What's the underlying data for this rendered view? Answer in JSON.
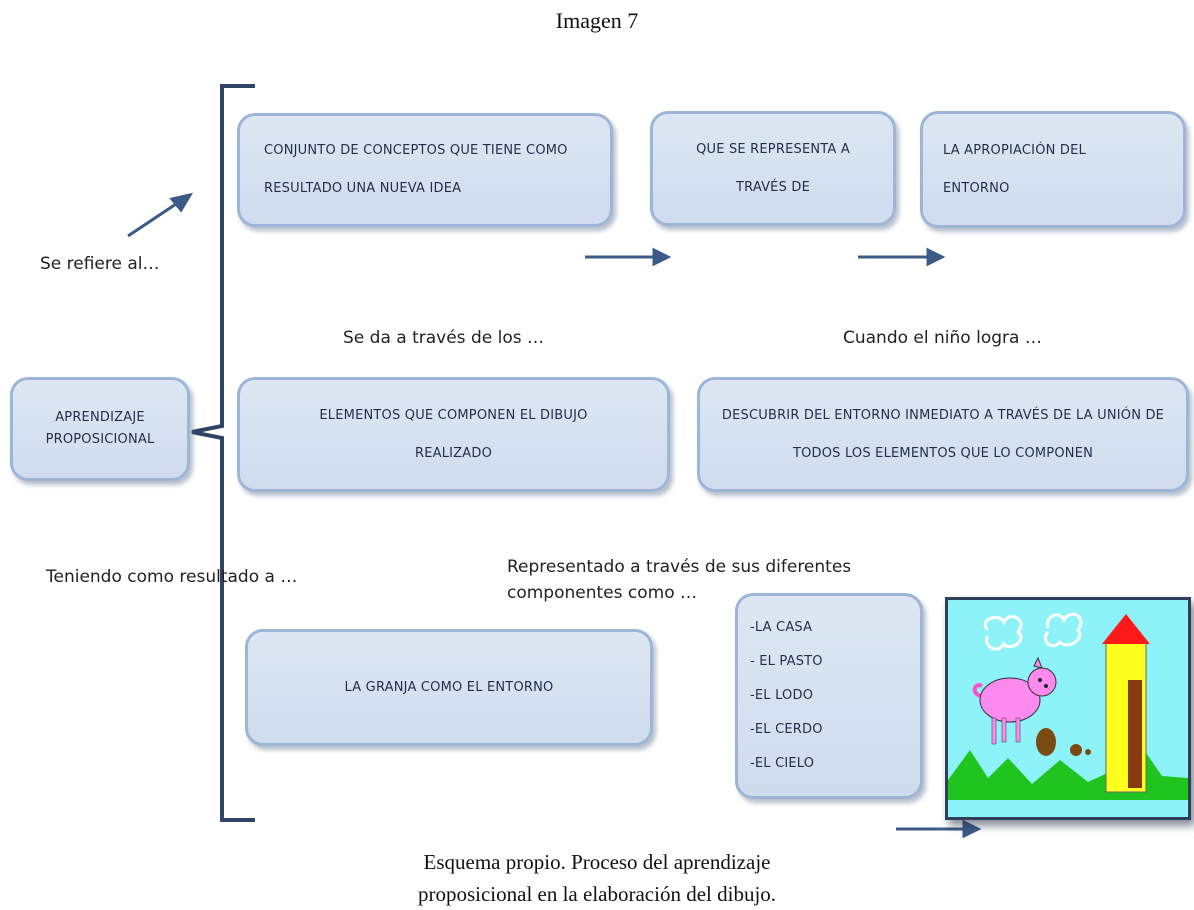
{
  "title": "Imagen 7",
  "boxes": {
    "aprendizaje": "APRENDIZAJE PROPOSICIONAL",
    "conjunto": "CONJUNTO DE CONCEPTOS QUE TIENE COMO RESULTADO UNA NUEVA IDEA",
    "representa": "QUE SE REPRESENTA A TRAVÉS DE",
    "apropiacion": "LA APROPIACIÓN DEL ENTORNO",
    "elementos": "ELEMENTOS QUE COMPONEN EL DIBUJO REALIZADO",
    "descubrir": "DESCUBRIR DEL ENTORNO INMEDIATO A TRAVÉS DE LA UNIÓN DE TODOS LOS ELEMENTOS QUE LO COMPONEN",
    "granja": "LA GRANJA COMO EL ENTORNO",
    "list": [
      "-LA CASA",
      "- EL PASTO",
      "-EL LODO",
      "-EL CERDO",
      "-EL CIELO"
    ]
  },
  "labels": {
    "se_refiere": "Se refiere al…",
    "se_da": "Se da a través de los …",
    "cuando": "Cuando el niño logra …",
    "teniendo": "Teniendo como resultado a …",
    "representado_1": "Representado a través de sus diferentes",
    "representado_2": "componentes como …"
  },
  "caption": {
    "line1": "Esquema propio. Proceso del aprendizaje",
    "line2": "proposicional en la elaboración del dibujo."
  },
  "colors": {
    "box_fill": "#d6e2f1",
    "box_border": "#9db5d6",
    "arrow": "#3b5b86",
    "bracket": "#2f4466"
  }
}
